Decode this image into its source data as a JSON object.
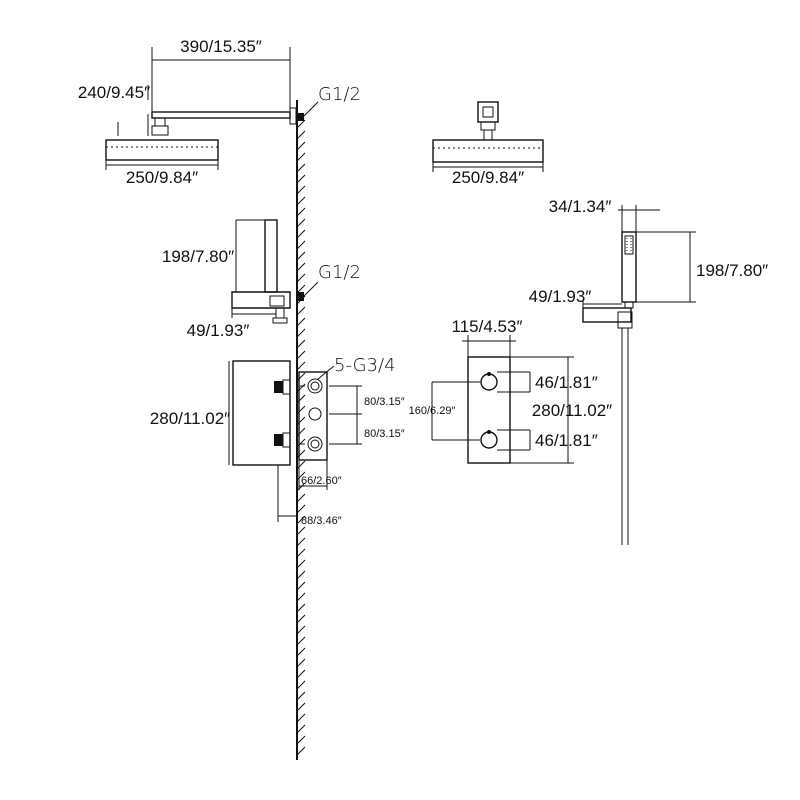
{
  "diagram": {
    "line_color": "#111111",
    "background_color": "#ffffff",
    "thread_labels": {
      "shower_arm_outlet": "G1/2",
      "hand_shower_outlet": "G1/2",
      "valve_ports": "5-G3/4"
    },
    "dimensions": {
      "shower_arm_length": "390/15.35″",
      "shower_arm_height": "240/9.45″",
      "rain_head_width_side": "250/9.84″",
      "rain_head_width_front": "250/9.84″",
      "holder_height_side": "198/7.80″",
      "holder_depth_side": "49/1.93″",
      "handshower_width": "34/1.34″",
      "holder_height_front": "198/7.80″",
      "holder_depth_front": "49/1.93″",
      "trim_plate_width": "115/4.53″",
      "valve_box_height": "280/11.02″",
      "trim_plate_height": "280/11.02″",
      "port_spacing_upper": "80/3.15″",
      "port_spacing_lower": "80/3.15″",
      "handle_spacing": "160/6.29″",
      "handle_offset_upper": "46/1.81″",
      "handle_offset_lower": "46/1.81″",
      "valve_depth_min": "66/2.60″",
      "valve_depth_max": "88/3.46″"
    }
  }
}
